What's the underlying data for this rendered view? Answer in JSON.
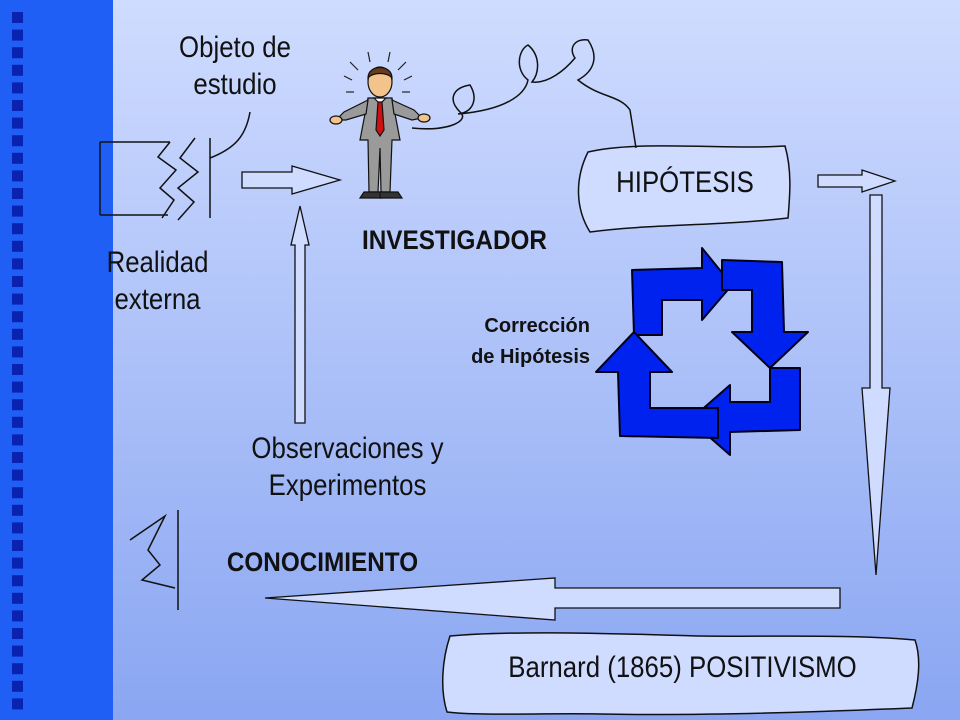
{
  "slide": {
    "labels": {
      "objeto_de_estudio": [
        "Objeto de",
        "estudio"
      ],
      "realidad_externa": [
        "Realidad",
        "externa"
      ],
      "hipotesis": "HIPÓTESIS",
      "investigador": "INVESTIGADOR",
      "correccion": [
        "Corrección",
        "de Hipótesis"
      ],
      "observaciones": [
        "Observaciones y",
        "Experimentos"
      ],
      "conocimiento": "CONOCIMIENTO",
      "barnard": "Barnard (1865)  POSITIVISMO"
    },
    "colors": {
      "background_top": "#cfdcff",
      "background_bottom": "#8aa6f2",
      "sidebar": "#1f5ff5",
      "sidebar_squares": "#0a22b0",
      "cycle_arrows": "#0022ee",
      "arrow_fill": "#cfdcff",
      "person_suit": "#9a9a9a",
      "person_tie": "#d01010",
      "person_skin": "#f2c48c"
    },
    "icons": [
      "investigator-person-icon",
      "cycle-arrows-icon"
    ]
  }
}
